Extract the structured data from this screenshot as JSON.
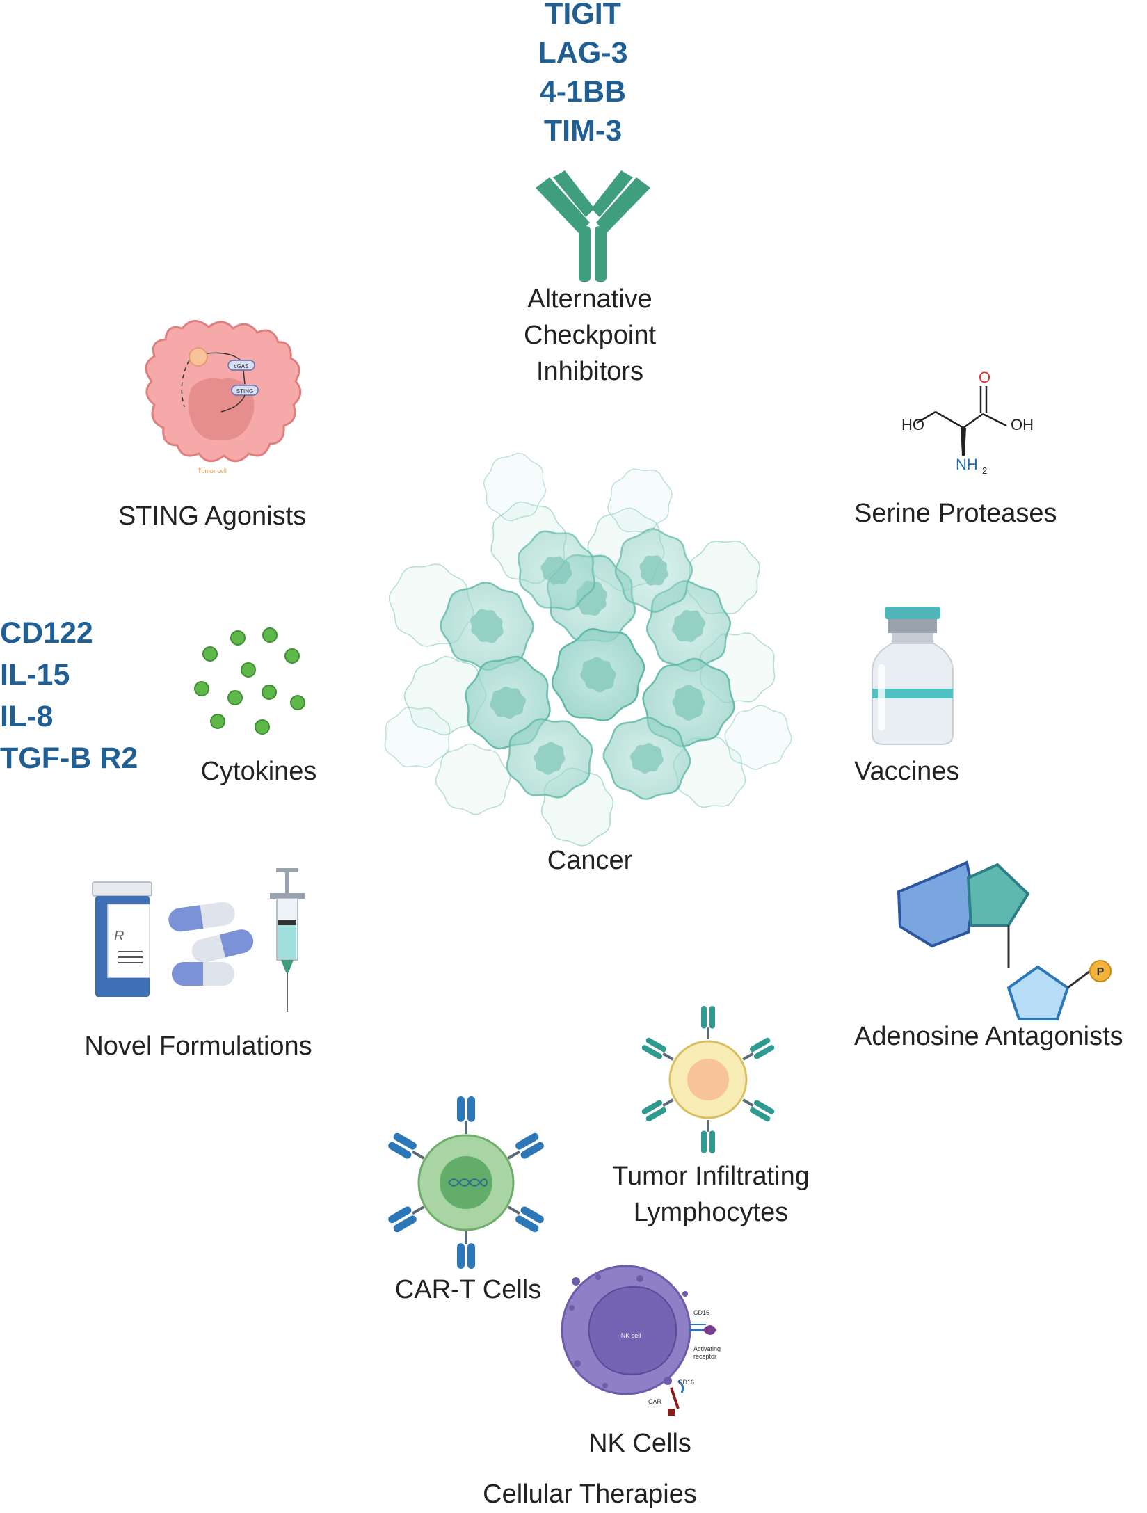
{
  "colors": {
    "target_text": "#1f5f93",
    "label_text": "#222222",
    "antibody": "#3e9e7e",
    "tumor_cell": "#f5a9a9",
    "cytokine": "#5fb84a",
    "cancer": "#9fd6ca",
    "vial_band": "#4fc1c0",
    "hexagon": "#7aa6e0",
    "pentagon_teal": "#5fb8b0",
    "phosphate": "#f3b23c",
    "car_t": "#a8d5a3",
    "receptor_blue": "#2b77b8",
    "til_cell": "#f7ecb3",
    "nk_cell": "#8f7fc6"
  },
  "checkpoint": {
    "targets": [
      "TIGIT",
      "LAG-3",
      "4-1BB",
      "TIM-3"
    ],
    "label_lines": [
      "Alternative",
      "Checkpoint",
      "Inhibitors"
    ],
    "icon": "antibody-icon"
  },
  "sting": {
    "label": "STING Agonists",
    "icon": "tumor-cell-icon",
    "inner_labels": {
      "cgas": "cGAS",
      "sting": "STING",
      "tumor": "Tumor cell"
    }
  },
  "serine": {
    "label": "Serine Proteases",
    "icon": "serine-molecule-icon",
    "atoms": {
      "o": "O",
      "ho": "HO",
      "oh": "OH",
      "nh2": "NH",
      "sub2": "2"
    }
  },
  "cytokines": {
    "targets": [
      "CD122",
      "IL-15",
      "IL-8",
      "TGF-B R2"
    ],
    "label": "Cytokines",
    "icon": "cytokine-dots-icon"
  },
  "cancer": {
    "label": "Cancer",
    "icon": "cancer-cluster-icon"
  },
  "vaccines": {
    "label": "Vaccines",
    "icon": "vial-icon"
  },
  "novel": {
    "label": "Novel Formulations",
    "icons": [
      "pill-bottle-icon",
      "capsule-icon",
      "syringe-icon"
    ],
    "rx": "R"
  },
  "adenosine": {
    "label": "Adenosine Antagonists",
    "icon": "adenosine-molecule-icon",
    "phosphate": "P"
  },
  "til": {
    "label_lines": [
      "Tumor Infiltrating",
      "Lymphocytes"
    ],
    "icon": "lymphocyte-icon"
  },
  "cart": {
    "label": "CAR-T Cells",
    "icon": "car-t-cell-icon"
  },
  "nk": {
    "label": "NK Cells",
    "icon": "nk-cell-icon",
    "inner_labels": {
      "nk": "NK cell",
      "cd16_a": "CD16",
      "activating_1": "Activating",
      "activating_2": "receptor",
      "cd16_b": "CD16",
      "car": "CAR"
    }
  },
  "cellular": {
    "label": "Cellular Therapies"
  }
}
